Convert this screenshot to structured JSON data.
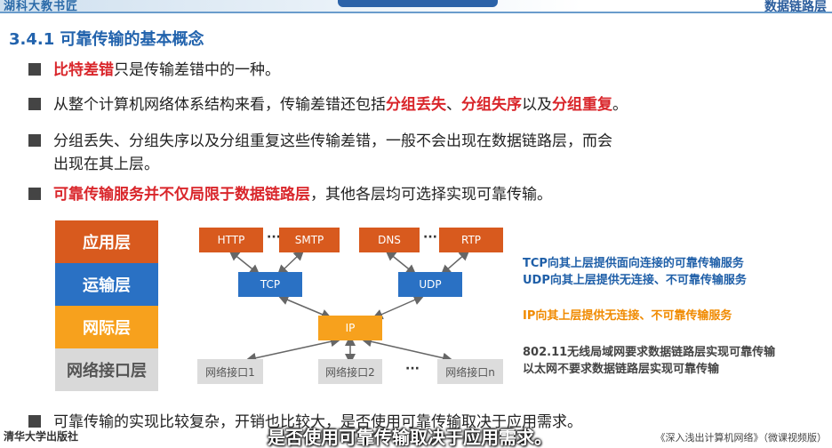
{
  "header": {
    "left_text": "湖科大教书匠",
    "right_text": "数据链路层"
  },
  "section_title": "3.4.1 可靠传输的基本概念",
  "bullets": [
    {
      "red": "比特差错",
      "rest": "只是传输差错中的一种。"
    },
    {
      "before": "从整个计算机网络体系结构来看，传输差错还包括",
      "red1": "分组丢失",
      "sep1": "、",
      "red2": "分组失序",
      "sep2": "以及",
      "red3": "分组重复",
      "end": "。"
    },
    {
      "line1": "分组丢失、分组失序以及分组重复这些传输差错，一般不会出现在数据链路层，而会",
      "line2": "出现在其上层。"
    },
    {
      "red": "可靠传输服务并不仅局限于数据链路层",
      "rest": "，其他各层均可选择实现可靠传输。"
    }
  ],
  "layers": [
    "应用层",
    "运输层",
    "网际层",
    "网络接口层"
  ],
  "diagram": {
    "app_protocols": [
      "HTTP",
      "SMTP",
      "DNS",
      "RTP"
    ],
    "transport": [
      "TCP",
      "UDP"
    ],
    "network": "IP",
    "interfaces": [
      "网络接口1",
      "网络接口2",
      "网络接口n"
    ],
    "dots": "···"
  },
  "notes": {
    "tcp": "TCP向其上层提供面向连接的可靠传输服务",
    "udp": "UDP向其上层提供无连接、不可靠传输服务",
    "ip": "IP向其上层提供无连接、不可靠传输服务",
    "wifi": "802.11无线局域网要求数据链路层实现可靠传输",
    "ethernet": "以太网不要求数据链路层实现可靠传输"
  },
  "bottom_bullet": "可靠传输的实现比较复杂，开销也比较大，是否使用可靠传输取决于应用需求。",
  "subtitle": "是否使用可靠传输取决于应用需求。",
  "publisher": "清华大学出版社",
  "book_title": "《深入浅出计算机网络》（微课视频版）",
  "colors": {
    "app": "#d85a1e",
    "transport": "#2a71c4",
    "network": "#f7a11d",
    "link": "#d9d9d9",
    "title_blue": "#2263ad",
    "emphasis_red": "#d9262b"
  }
}
